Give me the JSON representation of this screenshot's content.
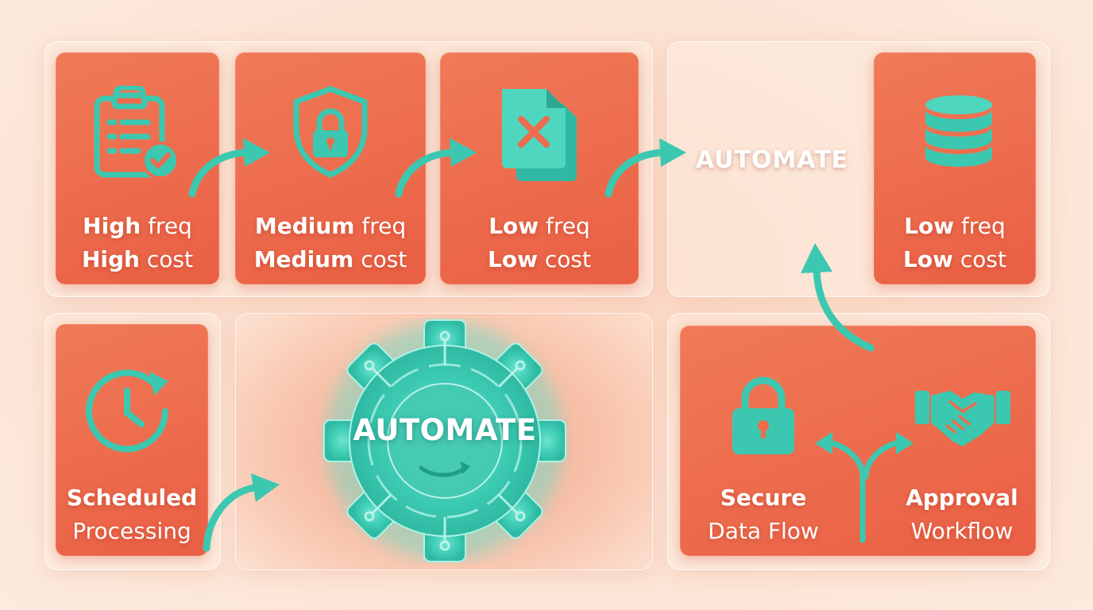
{
  "cards": {
    "high": {
      "strong1": "High",
      "rest1": " freq",
      "strong2": "High",
      "rest2": " cost",
      "icon": "clipboard-check-icon"
    },
    "medium": {
      "strong1": "Medium",
      "rest1": " freq",
      "strong2": "Medium",
      "rest2": " cost",
      "icon": "shield-lock-icon"
    },
    "low": {
      "strong1": "Low",
      "rest1": " freq",
      "strong2": "Low",
      "rest2": " cost",
      "icon": "document-x-icon"
    },
    "low_db": {
      "strong1": "Low",
      "rest1": " freq",
      "strong2": "Low",
      "rest2": " cost",
      "icon": "database-icon"
    },
    "scheduled": {
      "line1": "Scheduled",
      "line2": "Processing",
      "icon": "clock-refresh-icon"
    },
    "secure": {
      "line1": "Secure",
      "line2": "Data Flow",
      "icon": "padlock-icon"
    },
    "approval": {
      "line1": "Approval",
      "line2": "Workflow",
      "icon": "handshake-icon"
    }
  },
  "automate_label": "AUTOMATE",
  "gear": {
    "label": "AUTOMATE",
    "icon": "gear-icon"
  },
  "colors": {
    "card": "#ee6b4d",
    "accent": "#3cc8b0",
    "background": "#fbe1d0"
  }
}
